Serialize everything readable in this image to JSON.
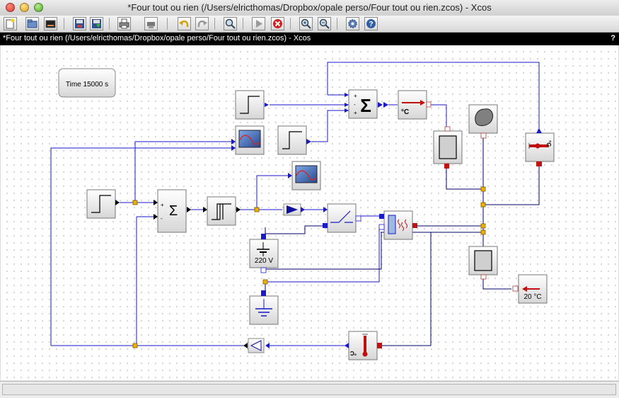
{
  "window": {
    "title": "*Four tout ou rien (/Users/elricthomas/Dropbox/opale perso/Four tout ou rien.zcos) - Xcos"
  },
  "document_bar": {
    "title": "*Four tout ou rien (/Users/elricthomas/Dropbox/opale perso/Four tout ou rien.zcos) - Xcos",
    "help": "?"
  },
  "toolbar": {
    "buttons": [
      "new-diagram",
      "open",
      "open-file-in-scilab",
      "save",
      "save-as",
      "print",
      "export",
      "undo",
      "redo",
      "zoom-fit",
      "start",
      "stop",
      "zoom-in",
      "zoom-out",
      "setup",
      "help"
    ]
  },
  "diagram": {
    "time_label": "Time 15000 s",
    "voltage_label": "220 V",
    "ambient_temp_label": "20 °C",
    "sum_signs": [
      "+",
      "-",
      "+"
    ],
    "sum2_signs": [
      "+",
      "-"
    ],
    "celsius_unit": "°C"
  },
  "status": {
    "text": ""
  }
}
